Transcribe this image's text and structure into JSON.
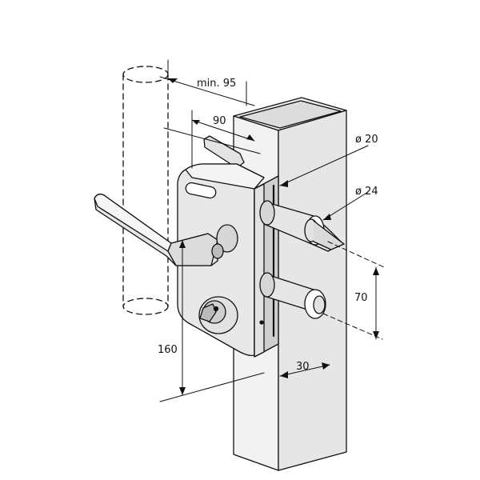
{
  "colors": {
    "fill": "#e9e9e9",
    "fill_dark": "#c9c9c9",
    "fill_light": "#f5f5f5",
    "stroke": "#111111"
  },
  "dimensions": {
    "min_gap": "min. 95",
    "width": "90",
    "pin_small": "ø 20",
    "pin_large": "ø 24",
    "spacing": "70",
    "height": "160",
    "depth": "30"
  }
}
